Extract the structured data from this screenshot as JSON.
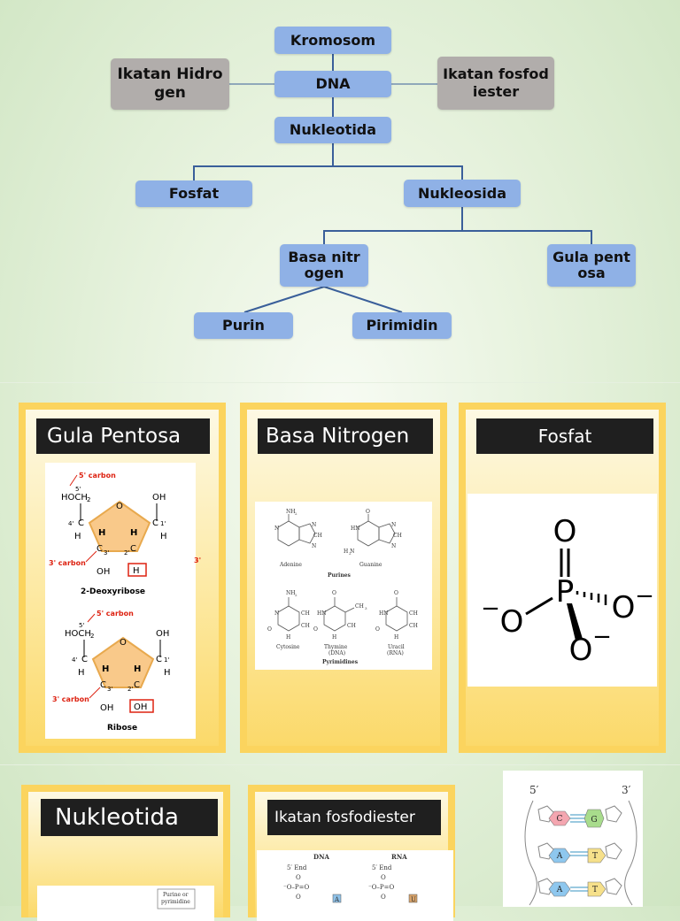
{
  "concept_map": {
    "kromosom": "Kromosom",
    "dna": "DNA",
    "ikatan_hidrogen": "Ikatan Hidrogen",
    "ikatan_fosfodiester": "Ikatan fosfodiester",
    "nukleotida": "Nukleotida",
    "fosfat": "Fosfat",
    "nukleosida": "Nukleosida",
    "basa_nitrogen": "Basa nitrogen",
    "gula_pentosa": "Gula pentosa",
    "purin": "Purin",
    "pirimidin": "Pirimidin"
  },
  "panels": {
    "gula_pentosa": {
      "title": "Gula Pentosa",
      "deoxyribose": {
        "name": "2-Deoxyribose",
        "c5": "5' carbon",
        "c3": "3' carbon",
        "c3_right": "3'",
        "hoch2": "HOCH",
        "sub2": "2",
        "oh_top": "OH",
        "oh_bottom": "OH",
        "h_box": "H",
        "p5": "5'",
        "p4": "4'",
        "p1": "1'",
        "p3": "3'",
        "p2": "2'",
        "o": "O",
        "c": "C",
        "h": "H"
      },
      "ribose": {
        "name": "Ribose",
        "c5": "5' carbon",
        "c3": "3' carbon",
        "hoch2": "HOCH",
        "sub2": "2",
        "oh_top": "OH",
        "oh_bottom": "OH",
        "oh_box": "OH",
        "p5": "5'",
        "p4": "4'",
        "p1": "1'",
        "p3": "3'",
        "p2": "2'",
        "o": "O",
        "c": "C",
        "h": "H"
      }
    },
    "basa_nitrogen": {
      "title": "Basa Nitrogen",
      "purines": "Purines",
      "pyrimidines": "Pyrimidines",
      "adenine": "Adenine",
      "guanine": "Guanine",
      "cytosine": "Cytosine",
      "thymine": "Thymine",
      "thymine_sub": "(DNA)",
      "uracil": "Uracil",
      "uracil_sub": "(RNA)",
      "nh2": "NH",
      "two": "2",
      "h2n": "H N",
      "ch3": "CH",
      "three": "3",
      "o": "O",
      "n": "N",
      "hn": "HN",
      "ch": "CH",
      "c": "C",
      "h": "H"
    },
    "fosfat": {
      "title": "Fosfat",
      "p": "P",
      "o_top": "O",
      "o_left": "O",
      "o_right": "O",
      "o_bottom": "O",
      "minus": "−"
    },
    "nukleotida": {
      "title": "Nukleotida",
      "purine_label_1": "Purine or",
      "purine_label_2": "pyrimidine"
    },
    "ikatan_fosfodiester": {
      "title": "Ikatan fosfodiester",
      "dna": "DNA",
      "rna": "RNA",
      "five_end": "5′ End",
      "o": "O",
      "o_p_o": "⁻O–P=O",
      "a": "A",
      "u": "U"
    },
    "dna_strand": {
      "five_prime": "5′",
      "three_prime": "3′",
      "b1": "C",
      "b2": "G",
      "b3": "A",
      "b4": "T",
      "b5": "A",
      "b6": "T"
    }
  }
}
